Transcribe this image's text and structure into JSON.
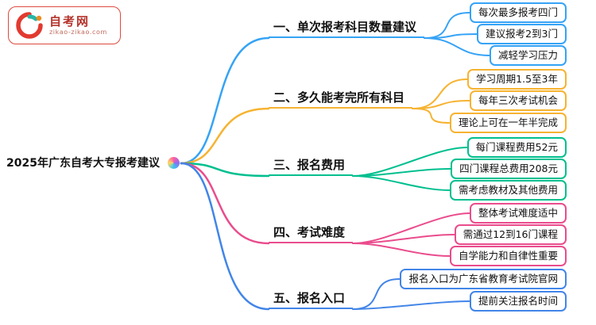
{
  "logo": {
    "title": "自考网",
    "subtitle": "zikao-zikao.com"
  },
  "central": {
    "label": "2025年广东自考大专报考建议"
  },
  "branches": [
    {
      "label": "一、单次报考科目数量建议",
      "color": "#35a3f6",
      "leaves": [
        "每次最多报考四门",
        "建议报考2到3门",
        "减轻学习压力"
      ]
    },
    {
      "label": "二、多久能考完所有科目",
      "color": "#f6b331",
      "leaves": [
        "学习周期1.5至3年",
        "每年三次考试机会",
        "理论上可在一年半完成"
      ]
    },
    {
      "label": "三、报名费用",
      "color": "#00bf8f",
      "leaves": [
        "每门课程费用52元",
        "四门课程总费用208元",
        "需考虑教材及其他费用"
      ]
    },
    {
      "label": "四、考试难度",
      "color": "#ea4c8d",
      "leaves": [
        "整体考试难度适中",
        "需通过12到16门课程",
        "自学能力和自律性重要"
      ]
    },
    {
      "label": "五、报名入口",
      "color": "#4285e8",
      "leaves": [
        "报名入口为广东省教育考试院官网",
        "提前关注报名时间"
      ]
    }
  ]
}
